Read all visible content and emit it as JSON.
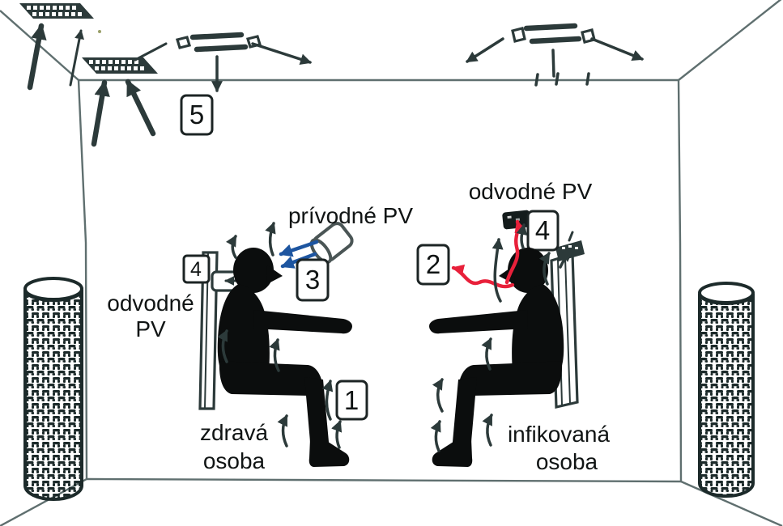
{
  "labels": {
    "supply_pv": "prívodné PV",
    "exhaust_pv_right": "odvodné PV",
    "exhaust_pv_left_line1": "odvodné",
    "exhaust_pv_left_line2": "PV",
    "healthy_person_line1": "zdravá",
    "healthy_person_line2": "osoba",
    "infected_person_line1": "infikovaná",
    "infected_person_line2": "osoba"
  },
  "markers": {
    "m1": "1",
    "m2": "2",
    "m3": "3",
    "m4_left": "4",
    "m4_right": "4",
    "m5": "5"
  },
  "colors": {
    "room": "#5f6f6f",
    "line": "#2c3a3a",
    "sil": "#0b0d0d",
    "blue": "#1d55a0",
    "red": "#e8203a",
    "bg": "#ffffff"
  }
}
